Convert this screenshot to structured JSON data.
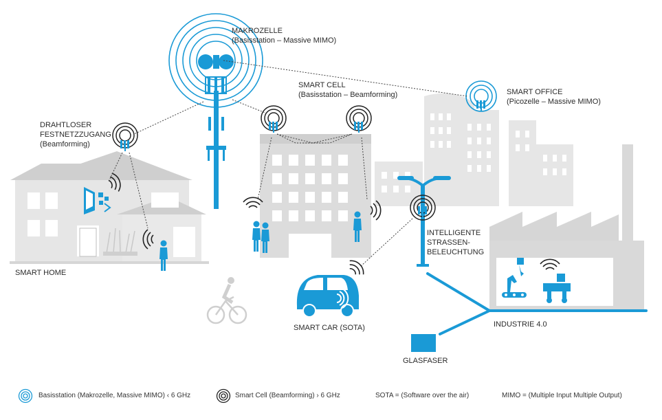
{
  "colors": {
    "accent": "#1a9ad6",
    "building": "#e4e4e4",
    "building_dark": "#cfcfcf",
    "line": "#333333"
  },
  "labels": {
    "makrozelle": [
      "MAKROZELLE",
      "(Basisstation – Massive MIMO)"
    ],
    "smart_cell": [
      "SMART CELL",
      "(Basisstation – Beamforming)"
    ],
    "smart_office": [
      "SMART OFFICE",
      "(Picozelle – Massive MIMO)"
    ],
    "drahtloser": [
      "DRAHTLOSER",
      "FESTNETZZUGANG",
      "(Beamforming)"
    ],
    "smart_home": "SMART HOME",
    "intelligente": [
      "INTELLIGENTE",
      "STRASSEN-",
      "BELEUCHTUNG"
    ],
    "smart_car": "SMART CAR (SOTA)",
    "industrie": "INDUSTRIE 4.0",
    "glasfaser": "GLASFASER"
  },
  "legend": {
    "basisstation": "Basisstation  (Makrozelle, Massive MIMO) ‹ 6 GHz",
    "smart_cell": "Smart Cell (Beamforming) › 6 GHz",
    "sota": "SOTA = (Software over the air)",
    "mimo": "MIMO = (Multiple Input Multiple Output)"
  },
  "icons": [
    "macro-cell-icon",
    "smart-cell-icon",
    "pico-cell-icon",
    "wifi-signal-icon",
    "person-icon",
    "car-icon",
    "bicycle-icon",
    "robot-icon",
    "streetlight-icon",
    "fiber-box-icon"
  ]
}
